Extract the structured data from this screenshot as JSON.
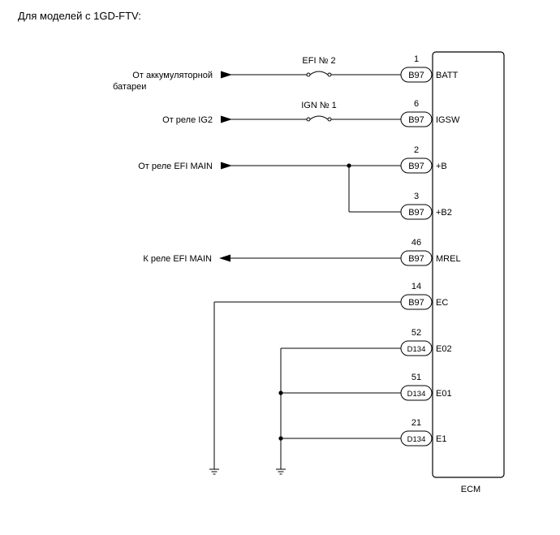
{
  "heading": "Для моделей с 1GD-FTV:",
  "ecm_label": "ECM",
  "fuses": [
    {
      "label": "EFI № 2"
    },
    {
      "label": "IGN № 1"
    }
  ],
  "sources": [
    {
      "lines": [
        "От аккумуляторной",
        "батареи"
      ]
    },
    {
      "lines": [
        "От реле IG2"
      ]
    },
    {
      "lines": [
        "От реле EFI MAIN"
      ]
    },
    {
      "lines": [
        "К реле EFI MAIN"
      ]
    }
  ],
  "pins": [
    {
      "number": "1",
      "connector": "B97",
      "terminal": "BATT"
    },
    {
      "number": "6",
      "connector": "B97",
      "terminal": "IGSW"
    },
    {
      "number": "2",
      "connector": "B97",
      "terminal": "+B"
    },
    {
      "number": "3",
      "connector": "B97",
      "terminal": "+B2"
    },
    {
      "number": "46",
      "connector": "B97",
      "terminal": "MREL"
    },
    {
      "number": "14",
      "connector": "B97",
      "terminal": "EC"
    },
    {
      "number": "52",
      "connector": "D134",
      "terminal": "E02"
    },
    {
      "number": "51",
      "connector": "D134",
      "terminal": "E01"
    },
    {
      "number": "21",
      "connector": "D134",
      "terminal": "E1"
    }
  ]
}
